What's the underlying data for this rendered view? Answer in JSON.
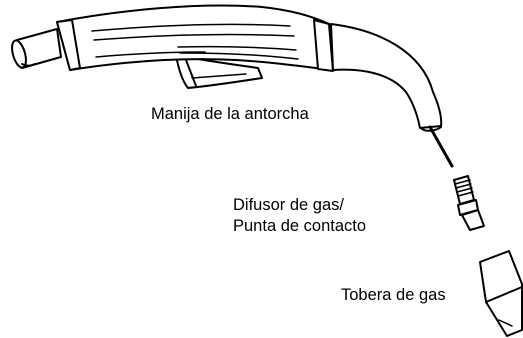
{
  "labels": {
    "torch_handle": "Manija de la antorcha",
    "gas_diffuser_line1": "Difusor de gas/",
    "gas_diffuser_line2": "Punta de contacto",
    "gas_nozzle": "Tobera de gas"
  },
  "colors": {
    "ink": "#000000",
    "fill": "#ffffff"
  }
}
